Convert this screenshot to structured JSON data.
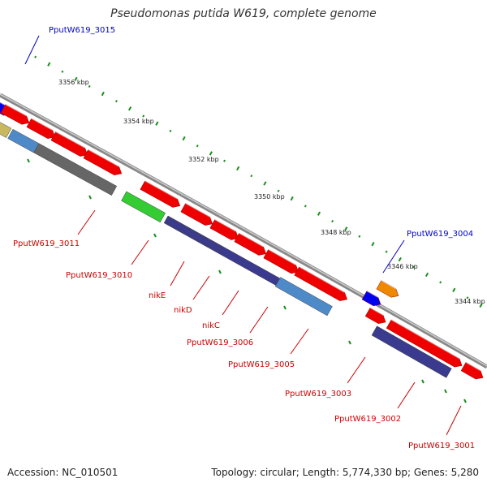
{
  "title": "Pseudomonas putida W619, complete genome",
  "footer": {
    "accession": "Accession: NC_010501",
    "topology": "Topology: circular; Length: 5,774,330 bp; Genes: 5,280"
  },
  "colors": {
    "backbone": "#888888",
    "tick": "#1a8f1a",
    "label_red": "#cc0000",
    "label_blue": "#0000cc"
  },
  "kbp_labels": [
    "3356 kbp",
    "3354 kbp",
    "3352 kbp",
    "3350 kbp",
    "3348 kbp",
    "3346 kbp",
    "3344 kbp"
  ],
  "forward_genes": [
    {
      "color": "#0000ee"
    },
    {
      "color": "#ee0000"
    },
    {
      "color": "#ee0000"
    },
    {
      "color": "#ee0000"
    },
    {
      "color": "#ee0000"
    },
    {
      "color": "#ee0000"
    },
    {
      "color": "#ee0000"
    },
    {
      "color": "#ee0000"
    },
    {
      "color": "#ee0000"
    },
    {
      "color": "#ee0000"
    },
    {
      "color": "#ee0000"
    },
    {
      "color": "#ee8800"
    },
    {
      "color": "#0000ee"
    },
    {
      "color": "#ee0000"
    },
    {
      "color": "#ee0000"
    },
    {
      "color": "#ee0000"
    }
  ],
  "cog_bars": [
    {
      "color": "#c8b860"
    },
    {
      "color": "#4f8ac8"
    },
    {
      "color": "#666666"
    },
    {
      "color": "#33cc33"
    },
    {
      "color": "#3a3a8f"
    },
    {
      "color": "#3a3a8f"
    },
    {
      "color": "#4f8ac8"
    },
    {
      "color": "#3a3a8f"
    }
  ],
  "gene_labels": [
    {
      "text": "PputW619_3015",
      "color": "blue"
    },
    {
      "text": "PputW619_3011",
      "color": "red"
    },
    {
      "text": "PputW619_3010",
      "color": "red"
    },
    {
      "text": "nikE",
      "color": "red"
    },
    {
      "text": "nikD",
      "color": "red"
    },
    {
      "text": "nikC",
      "color": "red"
    },
    {
      "text": "PputW619_3006",
      "color": "red"
    },
    {
      "text": "PputW619_3005",
      "color": "red"
    },
    {
      "text": "PputW619_3004",
      "color": "blue"
    },
    {
      "text": "PputW619_3003",
      "color": "red"
    },
    {
      "text": "PputW619_3002",
      "color": "red"
    },
    {
      "text": "PputW619_3001",
      "color": "red"
    }
  ]
}
